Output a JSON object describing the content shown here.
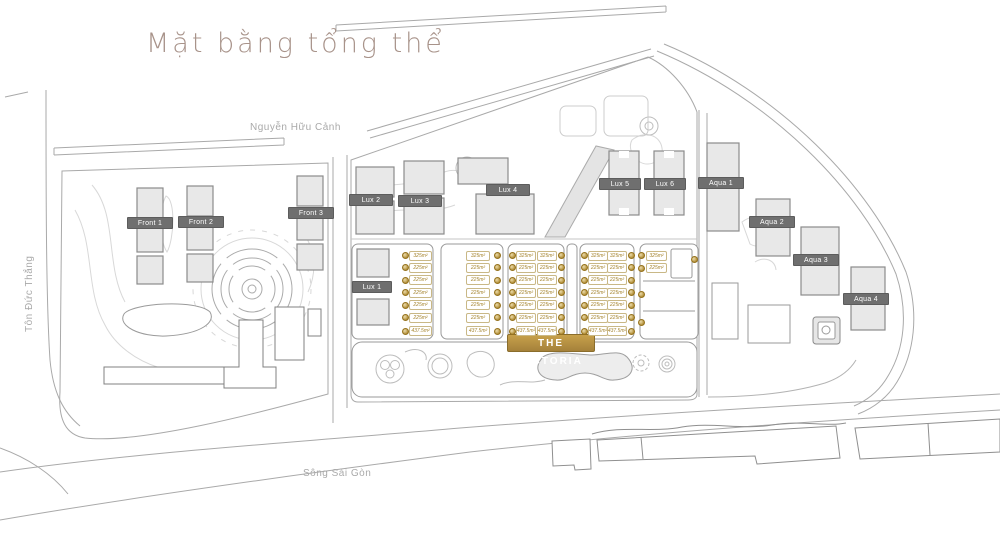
{
  "title": "Mặt bằng tổng thể",
  "streets": {
    "top": "Nguyễn Hữu Cảnh",
    "left": "Tôn Đức Thắng",
    "river": "Sông Sài Gòn"
  },
  "project_badge": "THE VICTORIA",
  "buildings": {
    "front": [
      "Front 1",
      "Front 2",
      "Front 3"
    ],
    "lux": [
      "Lux 1",
      "Lux 2",
      "Lux 3",
      "Lux 4",
      "Lux 5",
      "Lux 6"
    ],
    "aqua": [
      "Aqua 1",
      "Aqua 2",
      "Aqua 3",
      "Aqua 4"
    ]
  },
  "lots": {
    "standard_column": [
      "325m²",
      "225m²",
      "225m²",
      "225m²",
      "225m²",
      "225m²",
      "437.5m²"
    ],
    "corner_block": [
      "325m²",
      "225m²"
    ]
  },
  "colors": {
    "gold": "#ab8937",
    "badge_gray": "#6f6f6f",
    "line_gray": "#a9a9a9",
    "building_fill": "#e8e8e8",
    "title_brown": "#a8938a"
  }
}
